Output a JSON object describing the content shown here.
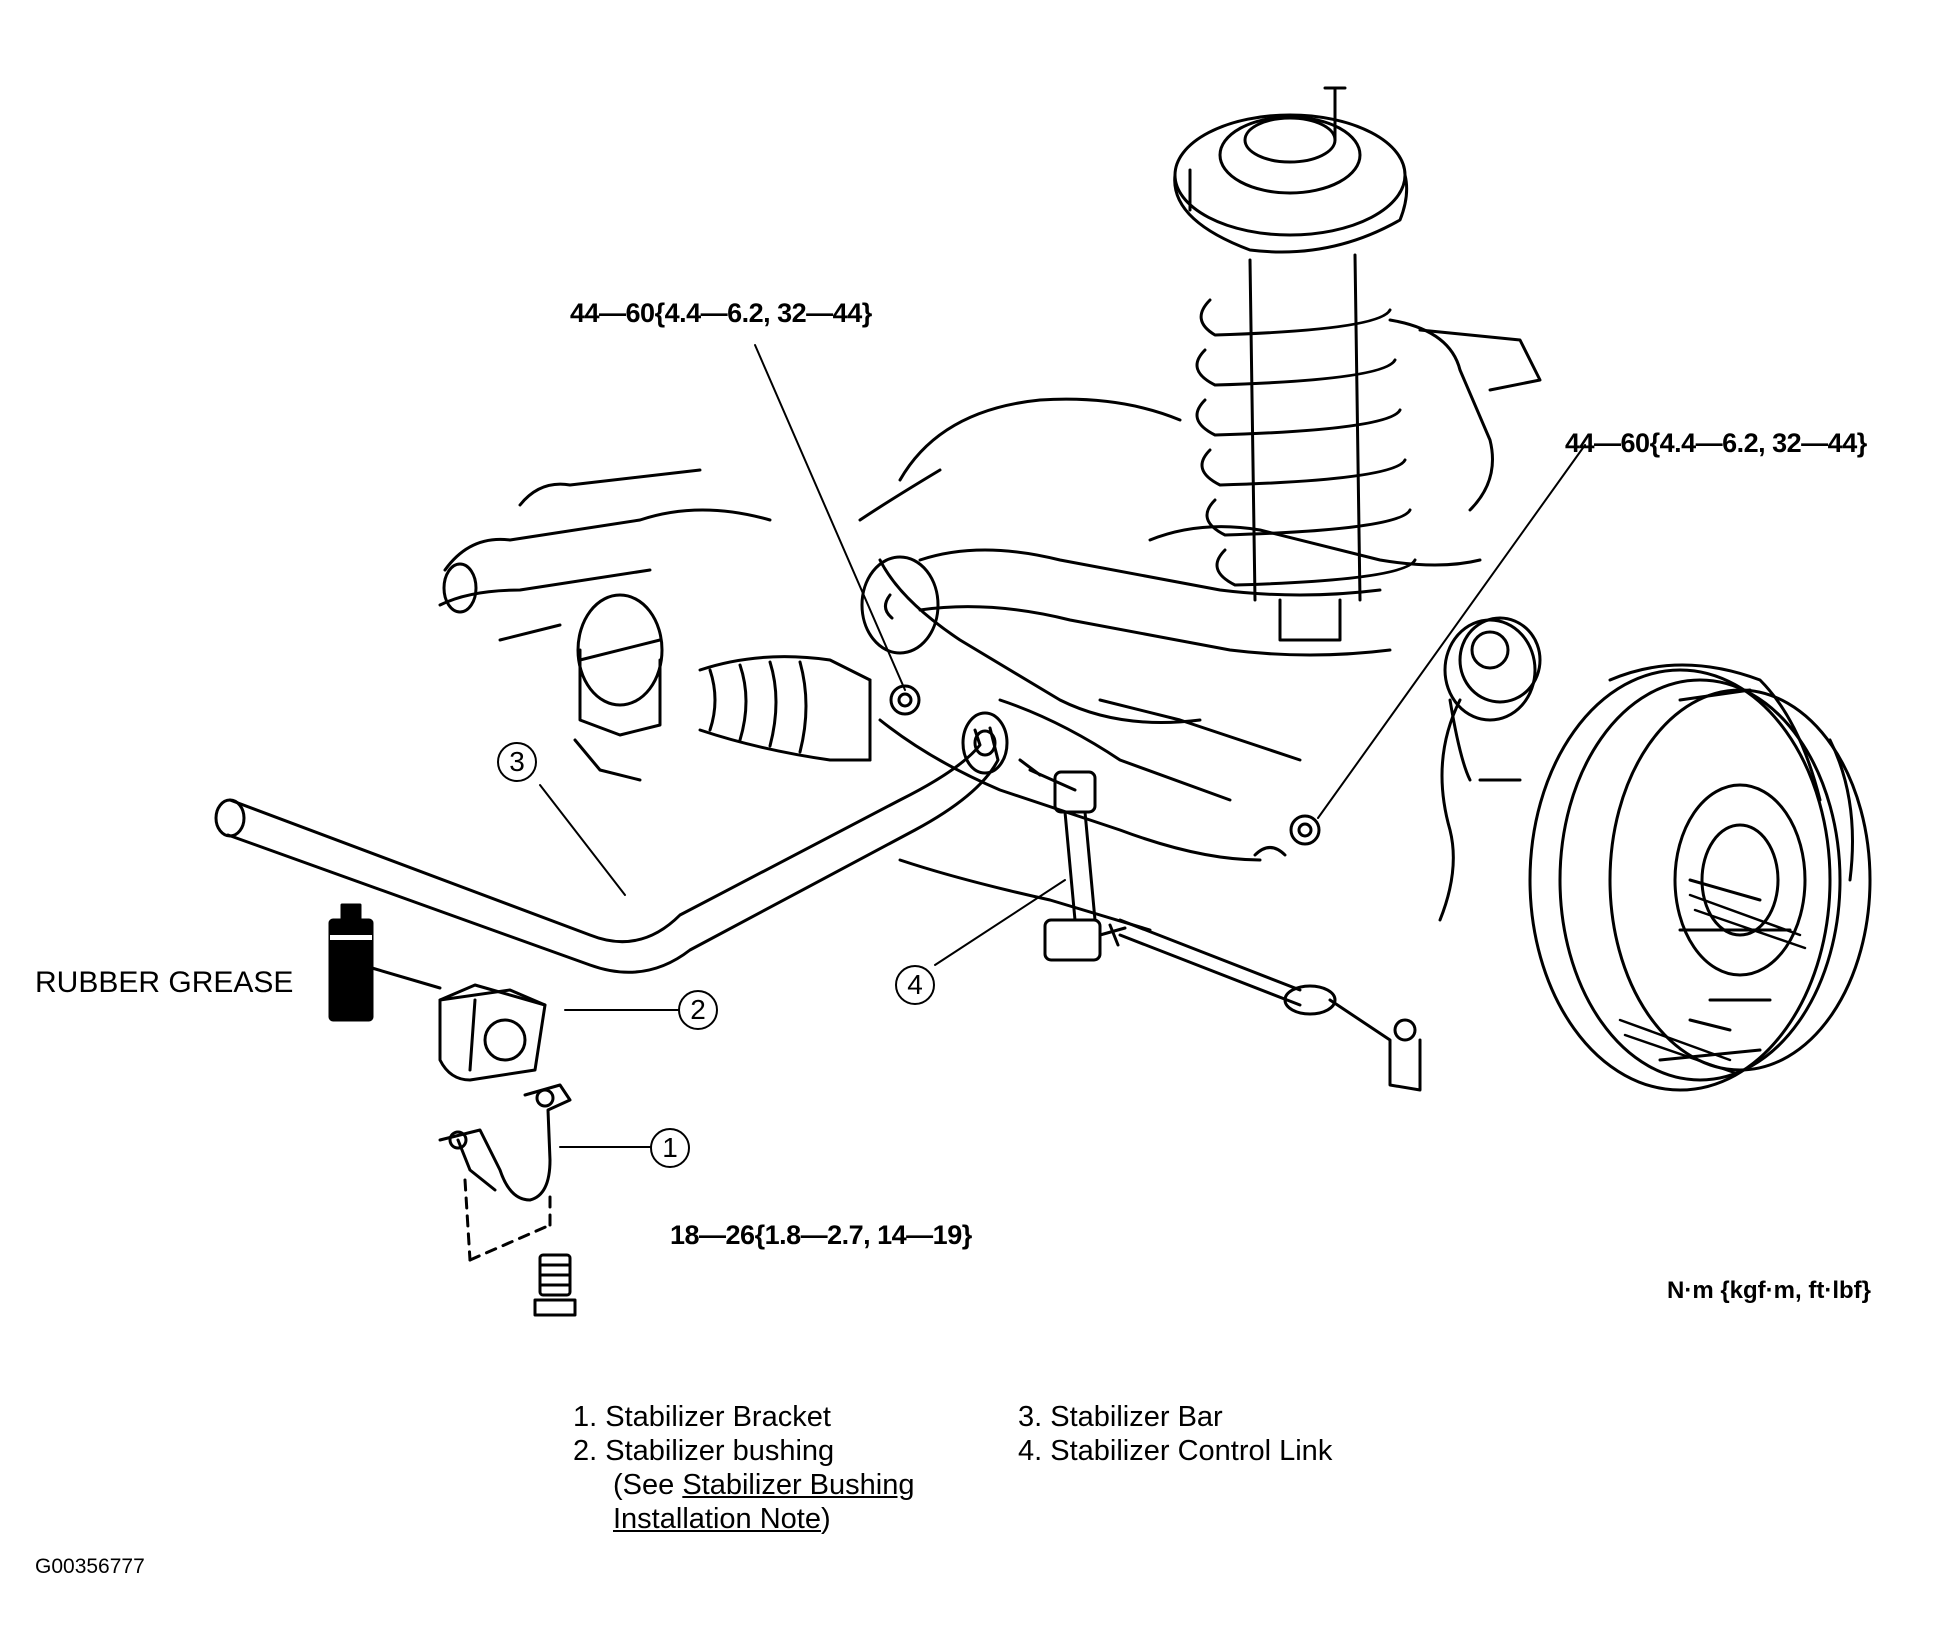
{
  "torque_specs": {
    "upper_left": "44—60{4.4—6.2, 32—44}",
    "upper_right": "44—60{4.4—6.2, 32—44}",
    "bracket_bolt": "18—26{1.8—2.7, 14—19}"
  },
  "callouts": [
    "1",
    "2",
    "3",
    "4"
  ],
  "grease_label": "RUBBER GREASE",
  "units": "N·m {kgf·m, ft·lbf}",
  "legend": {
    "item1": "1. Stabilizer Bracket",
    "item2": "2. Stabilizer bushing",
    "item2_note_prefix": "(See ",
    "item2_note_link_line1": "Stabilizer Bushing",
    "item2_note_link_line2": "Installation Note",
    "item2_note_suffix": ")",
    "item3": "3. Stabilizer Bar",
    "item4": "4. Stabilizer Control Link"
  },
  "figure_id": "G00356777"
}
